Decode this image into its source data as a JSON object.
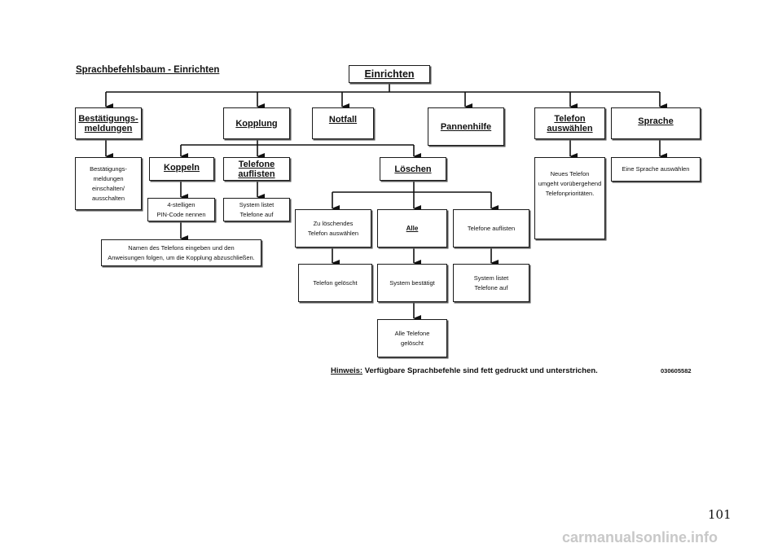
{
  "title": "Sprachbefehlsbaum - Einrichten",
  "nodes": {
    "root": "Einrichten",
    "bestaetigung": "Bestätigungs-\nmeldungen",
    "kopplung": "Kopplung",
    "notfall": "Notfall",
    "pannenhilfe": "Pannenhilfe",
    "telefon_auswaehlen": "Telefon\nauswählen",
    "sprache": "Sprache",
    "bestaetigung_desc": "Bestätigungs-\nmeldungen\neinschalten/\nausschalten",
    "koppeln": "Koppeln",
    "telefone_auflisten": "Telefone\nauflisten",
    "loeschen": "Löschen",
    "neues_telefon": "Neues Telefon\numgeht vorübergehend\nTelefonprioritäten.",
    "sprache_desc": "Eine Sprache auswählen",
    "pin_code": "4-stelligen\nPIN-Code nennen",
    "system_listet_1": "System listet\nTelefone auf",
    "name_telefon": "Namen des Telefons eingeben und den\nAnweisungen folgen, um die Kopplung abzuschließen.",
    "zu_loeschendes": "Zu löschendes\nTelefon auswählen",
    "alle": "Alle",
    "telefone_auflisten_2": "Telefone auflisten",
    "telefon_geloescht": "Telefon gelöscht",
    "system_bestaetigt": "System bestätigt",
    "system_listet_2": "System listet\nTelefone auf",
    "alle_geloescht": "Alle Telefone\ngelöscht"
  },
  "hint": {
    "label": "Hinweis:",
    "text": " Verfügbare Sprachbefehle sind fett gedruckt und unterstrichen."
  },
  "figure_code": "030605582",
  "page_number": "101",
  "watermark": "carmanualsonline.info"
}
